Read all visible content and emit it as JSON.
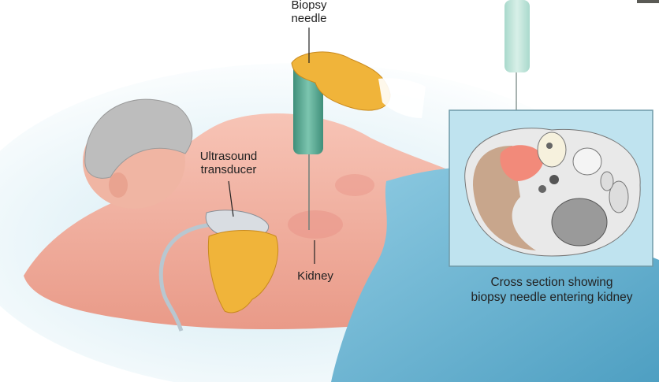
{
  "labels": {
    "biopsy_needle_line1": "Biopsy",
    "biopsy_needle_line2": "needle",
    "transducer_line1": "Ultrasound",
    "transducer_line2": "transducer",
    "kidney": "Kidney",
    "caption_line1": "Cross section showing",
    "caption_line2": "biopsy needle entering kidney"
  },
  "colors": {
    "skin": "#f2b0a0",
    "glove": "#f0b43a",
    "needle": "#5fae98",
    "drape": "#6fb6d4",
    "inset_bg": "#bfe3ef",
    "hair": "#b9b9b9"
  }
}
